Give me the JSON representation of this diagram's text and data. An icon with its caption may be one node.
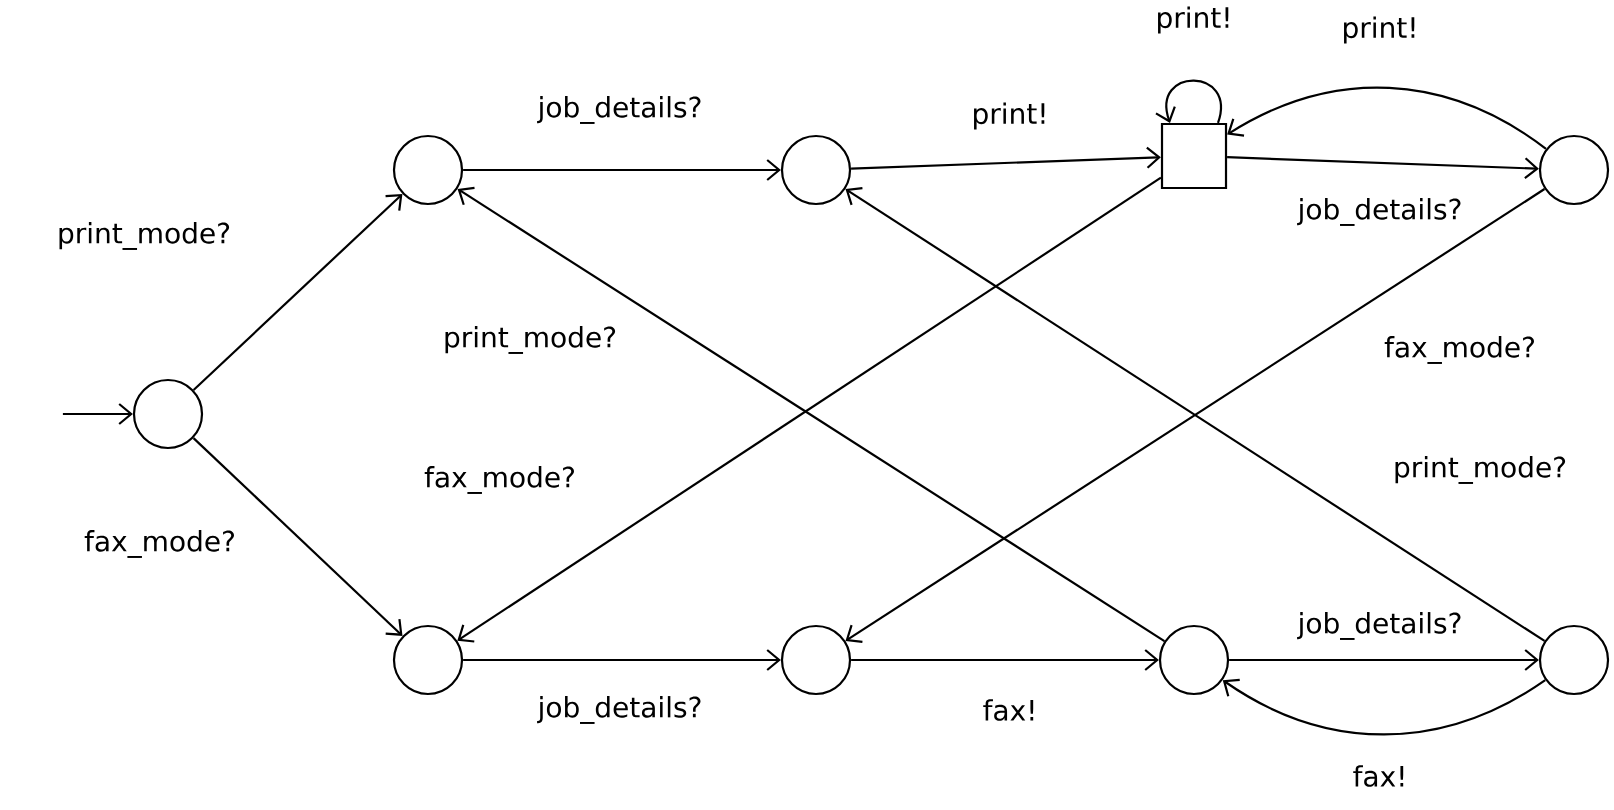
{
  "diagram": {
    "nodes": [
      {
        "text": [],
        "shape": "circle"
      },
      {
        "text": [],
        "shape": "circle"
      },
      {
        "text": [],
        "shape": "circle"
      },
      {
        "text": [],
        "shape": "circle"
      },
      {
        "text": [],
        "shape": "box"
      },
      {
        "text": [],
        "shape": "circle"
      },
      {
        "text": [],
        "shape": "circle"
      },
      {
        "text": [],
        "shape": "circle"
      },
      {
        "text": [],
        "shape": "circle"
      }
    ],
    "edges": [
      {
        "from": null,
        "to": 0,
        "arrow": "to"
      },
      {
        "from": 0,
        "to": 1,
        "arrow": "to",
        "label": "print_mode?"
      },
      {
        "from": 0,
        "to": 2,
        "arrow": "to",
        "label": "fax_mode?"
      },
      {
        "from": 1,
        "to": 3,
        "arrow": "to",
        "label": "job_details?"
      },
      {
        "from": 3,
        "to": 4,
        "arrow": "to",
        "label": "print!"
      },
      {
        "from": 4,
        "to": 4,
        "arrow": "to",
        "label": "print!"
      },
      {
        "from": 4,
        "to": 5,
        "arrow": "to",
        "label": "job_details?"
      },
      {
        "from": 5,
        "to": 4,
        "arrow": "to",
        "label": "print!"
      },
      {
        "from": 4,
        "to": 2,
        "arrow": "to",
        "label": "fax_mode?"
      },
      {
        "from": 5,
        "to": 6,
        "arrow": "to",
        "label": "fax_mode?"
      },
      {
        "from": 7,
        "to": 1,
        "arrow": "to",
        "label": "print_mode?"
      },
      {
        "from": 8,
        "to": 3,
        "arrow": "to",
        "label": "print_mode?"
      },
      {
        "from": 2,
        "to": 6,
        "arrow": "to",
        "label": "job_details?"
      },
      {
        "from": 6,
        "to": 7,
        "arrow": "to",
        "label": "fax!"
      },
      {
        "from": 7,
        "to": 8,
        "arrow": "to",
        "label": "job_details?"
      },
      {
        "from": 8,
        "to": 7,
        "arrow": "to",
        "label": "fax!"
      }
    ]
  }
}
